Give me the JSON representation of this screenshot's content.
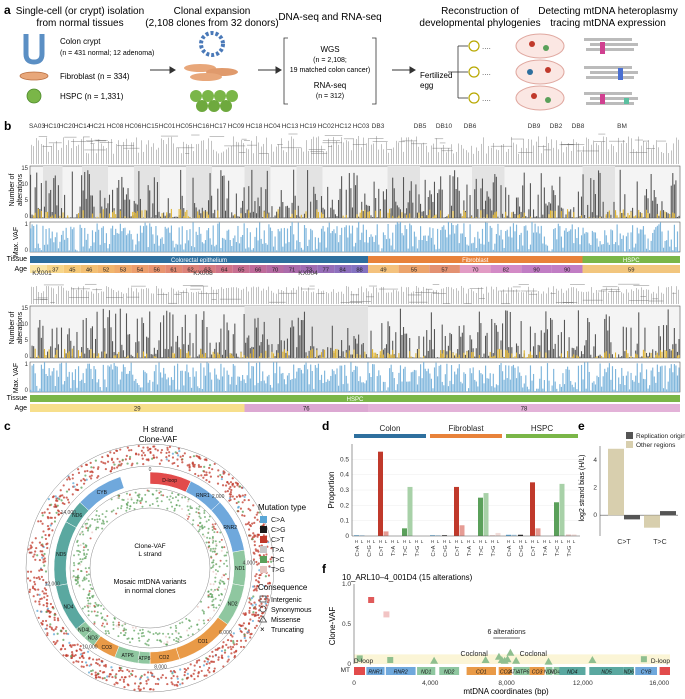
{
  "panel_letters": [
    "a",
    "b",
    "c",
    "d",
    "e",
    "f"
  ],
  "a": {
    "step1": [
      "Single-cell (or crypt) isolation",
      "from normal tissues"
    ],
    "step2": [
      "Clonal expansion",
      "(2,108 clones from 32 donors)"
    ],
    "step3": "DNA-seq and RNA-seq",
    "step4": [
      "Reconstruction of",
      "developmental phylogenies"
    ],
    "step5": [
      "Detecting mtDNA heteroplasmy",
      "tracing mtDNA expression"
    ],
    "colon_label": "Colon crypt",
    "colon_n": "(n = 431 normal; 12 adenoma)",
    "fib_label": "Fibroblast (n = 334)",
    "hspc_label": "HSPC (n = 1,331)",
    "wgs_label": "WGS",
    "wgs_n": "(n = 2,108;",
    "wgs_n2": "19 matched colon cancer)",
    "rna_label": "RNA-seq",
    "rna_n": "(n = 312)",
    "egg_label": [
      "Fertilized",
      "egg"
    ]
  },
  "b": {
    "donors_top": [
      "SA03",
      "HC10",
      "HC20",
      "HC14",
      "HC21",
      "HC08",
      "HC06",
      "HC15",
      "HC01",
      "HC05",
      "HC16",
      "HC17",
      "HC09",
      "HC18",
      "HC04",
      "HC13",
      "HC19",
      "HC02",
      "HC12",
      "HC03",
      "DB3",
      "DB5",
      "DB10",
      "DB6",
      "DB9",
      "DB2",
      "DB8",
      "BM"
    ],
    "donors_bottom": [
      "KX001",
      "KX008",
      "KX004"
    ],
    "y1_label": [
      "Number of",
      "alterations"
    ],
    "y2_label": "Max. VAF",
    "y1_ticks": [
      "15",
      "10",
      "5",
      "0"
    ],
    "y2_ticks": [
      "1",
      "0"
    ],
    "tissue_label": "Tissue",
    "age_label": "Age",
    "tissues_top": [
      "Colorectal epithelium",
      "Fibroblast",
      "HSPC"
    ],
    "ages_top": [
      "0",
      "37",
      "45",
      "46",
      "52",
      "53",
      "54",
      "56",
      "61",
      "62",
      "63",
      "64",
      "65",
      "66",
      "70",
      "71",
      "73",
      "77",
      "84",
      "88",
      "49",
      "55",
      "57",
      "70",
      "82",
      "90",
      "90",
      "59"
    ],
    "tissues_bottom": [
      "HSPC"
    ],
    "ages_bottom": [
      "29",
      "76",
      "78"
    ],
    "colors": {
      "tissue_colon": "#2e6f9e",
      "tissue_fib": "#e8823a",
      "tissue_hspc": "#7ab648",
      "bar_dark": "#555555",
      "bar_gold": "#e1b530",
      "bar_blue": "#7fb6dc"
    }
  },
  "c": {
    "h_strand": "H strand",
    "clone_vaf": "Clone-VAF",
    "clone_vaf_l": "Clone-VAF",
    "l_strand": "L strand",
    "center_text": [
      "Mosaic mtDNA variants",
      "in normal clones"
    ],
    "coords": [
      "0",
      "2,000",
      "4,000",
      "6,000",
      "8,000",
      "10,000",
      "12,000",
      "14,000",
      "16,000"
    ],
    "genes": [
      "D-loop",
      "RNR1",
      "RNR2",
      "ND1",
      "ND2",
      "CO1",
      "CO2",
      "ATP8",
      "ATP6",
      "CO3",
      "ND3",
      "ND4L",
      "ND4",
      "ND5",
      "ND6",
      "CYB"
    ],
    "legend_title": "Mutation type",
    "legend_items": [
      {
        "label": "C>A",
        "color": "#5aa7d6"
      },
      {
        "label": "C>G",
        "color": "#1a1a1a"
      },
      {
        "label": "C>T",
        "color": "#c0392b"
      },
      {
        "label": "T>A",
        "color": "#c8c8c8"
      },
      {
        "label": "T>C",
        "color": "#5aa05a"
      },
      {
        "label": "T>G",
        "color": "#e7c5c0"
      }
    ],
    "consequence_title": "Consequence",
    "consequence_items": [
      "Intergenic",
      "Synonymous",
      "Missense",
      "Truncating"
    ]
  },
  "chart_d": {
    "type": "bar",
    "groups": [
      "Colon",
      "Fibroblast",
      "HSPC"
    ],
    "group_colors": [
      "#2e6f9e",
      "#e8823a",
      "#7ab648"
    ],
    "mutation_types": [
      "C>A",
      "C>G",
      "C>T",
      "T>A",
      "T>C",
      "T>G"
    ],
    "strand_labels": [
      "H",
      "L"
    ],
    "series": [
      {
        "name": "Colon",
        "H": [
          0.005,
          0.0,
          0.55,
          0.0,
          0.05,
          0.0
        ],
        "L": [
          0.005,
          0.0,
          0.03,
          0.0,
          0.32,
          0.0
        ]
      },
      {
        "name": "Fibroblast",
        "H": [
          0.005,
          0.005,
          0.32,
          0.0,
          0.25,
          0.005
        ],
        "L": [
          0.005,
          0.0,
          0.07,
          0.0,
          0.28,
          0.02
        ]
      },
      {
        "name": "HSPC",
        "H": [
          0.008,
          0.008,
          0.35,
          0.0,
          0.22,
          0.01
        ],
        "L": [
          0.008,
          0.0,
          0.05,
          0.0,
          0.34,
          0.01
        ]
      }
    ],
    "ylabel": "Proportion",
    "yticks": [
      "0",
      "0.1",
      "0.2",
      "0.3",
      "0.4",
      "0.5"
    ],
    "ylim": [
      0,
      0.6
    ]
  },
  "chart_e": {
    "type": "bar",
    "categories": [
      "C>T",
      "T>C"
    ],
    "series": [
      {
        "name": "Replication origin",
        "color": "#555555",
        "values": [
          -0.3,
          0.3
        ]
      },
      {
        "name": "Other regions",
        "color": "#d8cfae",
        "values": [
          4.8,
          -0.9
        ]
      }
    ],
    "ylabel": "log2 strand bias (H/L)",
    "yticks": [
      "4",
      "2",
      "0"
    ],
    "ylim": [
      -1.5,
      5
    ]
  },
  "chart_f": {
    "type": "scatter",
    "title": "10_ARL10–4_001D4 (15 alterations)",
    "ylabel": "Clone-VAF",
    "yticks": [
      "1.0",
      "0.5",
      "0"
    ],
    "xlabel": "mtDNA coordinates (bp)",
    "xticks": [
      "0",
      "4,000",
      "8,000",
      "12,000",
      "16,000"
    ],
    "xlim": [
      0,
      16569
    ],
    "ylim": [
      0,
      1.0
    ],
    "points": [
      {
        "x": 900,
        "y": 0.8,
        "color": "#e05a5a",
        "shape": "square"
      },
      {
        "x": 1700,
        "y": 0.62,
        "color": "#f2c4c4",
        "shape": "square"
      },
      {
        "x": 300,
        "y": 0.07,
        "color": "#8fbf8f",
        "shape": "square"
      },
      {
        "x": 1900,
        "y": 0.05,
        "color": "#8fbf8f",
        "shape": "square"
      },
      {
        "x": 4200,
        "y": 0.04,
        "color": "#8fbf8f",
        "shape": "triangle"
      },
      {
        "x": 6900,
        "y": 0.05,
        "color": "#8fbf8f",
        "shape": "triangle"
      },
      {
        "x": 7600,
        "y": 0.09,
        "color": "#8fbf8f",
        "shape": "triangle"
      },
      {
        "x": 7750,
        "y": 0.05,
        "color": "#8fbf8f",
        "shape": "triangle"
      },
      {
        "x": 7900,
        "y": 0.04,
        "color": "#8fbf8f",
        "shape": "triangle"
      },
      {
        "x": 8050,
        "y": 0.06,
        "color": "#8fbf8f",
        "shape": "triangle"
      },
      {
        "x": 8200,
        "y": 0.14,
        "color": "#8fbf8f",
        "shape": "triangle"
      },
      {
        "x": 8500,
        "y": 0.04,
        "color": "#8fbf8f",
        "shape": "triangle"
      },
      {
        "x": 10200,
        "y": 0.03,
        "color": "#8fbf8f",
        "shape": "triangle"
      },
      {
        "x": 12500,
        "y": 0.05,
        "color": "#8fbf8f",
        "shape": "triangle"
      },
      {
        "x": 15200,
        "y": 0.06,
        "color": "#8fbf8f",
        "shape": "square"
      }
    ],
    "annotation_6": "6 alterations",
    "annotation_coclonal": [
      "Coclonal",
      "Coclonal"
    ],
    "mt_label": "MT",
    "gene_track": [
      "D-loop",
      "RNR1",
      "RNR2",
      "ND1",
      "ND2",
      "CO1",
      "CO2",
      "ATP8",
      "ATP6",
      "CO3",
      "ND3",
      "ND4L",
      "ND4",
      "ND5",
      "ND6",
      "CYB",
      "D-loop"
    ],
    "dloop_left": "D-loop",
    "dloop_right": "D-loop"
  }
}
